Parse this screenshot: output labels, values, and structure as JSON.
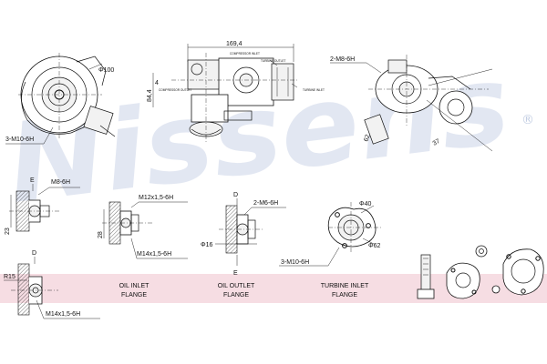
{
  "watermark": {
    "text": "Nissens",
    "registered": "®"
  },
  "top_views": {
    "left": {
      "bore": "Φ100",
      "bolts": "3-M10-6H"
    },
    "center": {
      "width": "169,4",
      "height": "84,4",
      "side": "4",
      "notes": [
        "COMPRESSOR INLET",
        "TURBINE OUTLET",
        "COMPRESSOR OUTLET",
        "TURBINE INLET"
      ]
    },
    "right": {
      "bolts": "2-M8-6H",
      "dim_a": "62",
      "dim_b": "37"
    }
  },
  "detail_views": {
    "e_view": {
      "section": "E",
      "bolts": "M8-6H",
      "height": "23"
    },
    "oil_inlet": {
      "thread_top": "M12x1,5-6H",
      "thread_bottom": "M14x1,5-6H",
      "height": "28"
    },
    "oil_outlet": {
      "section_d": "D",
      "section_e": "E",
      "bolts": "2-M6-6H",
      "bore": "Φ16"
    },
    "turbine_flange": {
      "bore_small": "Φ40",
      "bore_large": "Φ62",
      "bolts": "3-M10-6H"
    },
    "d_view": {
      "section": "D",
      "radius": "R15",
      "thread": "M14x1,5-6H"
    }
  },
  "flange_labels": {
    "oil_inlet": [
      "OIL INLET",
      "FLANGE"
    ],
    "oil_outlet": [
      "OIL OUTLET",
      "FLANGE"
    ],
    "turbine_inlet": [
      "TURBINE INLET",
      "FLANGE"
    ]
  },
  "colors": {
    "watermark": "#bccae2",
    "band": "#f6dde3",
    "line": "#111111"
  }
}
